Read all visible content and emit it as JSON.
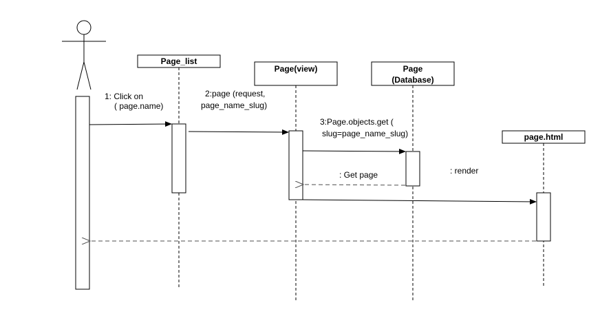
{
  "lifelines": {
    "page_list": {
      "label": "Page_list"
    },
    "page_view": {
      "label": "Page(view)"
    },
    "page_db": {
      "label_line1": "Page",
      "label_line2": "(Database)"
    },
    "page_html": {
      "label": "page.html"
    }
  },
  "messages": {
    "m1": {
      "line1": "1: Click on",
      "line2": "( page.name)"
    },
    "m2": {
      "line1": "2:page (request,",
      "line2": "page_name_slug)"
    },
    "m3": {
      "line1": "3:Page.objects.get (",
      "line2": "slug=page_name_slug)"
    },
    "get_page": {
      "label": ": Get page"
    },
    "render": {
      "label": ": render"
    }
  },
  "colors": {
    "stroke": "#000000",
    "return_stroke": "#4d4d4d",
    "background": "#ffffff"
  }
}
